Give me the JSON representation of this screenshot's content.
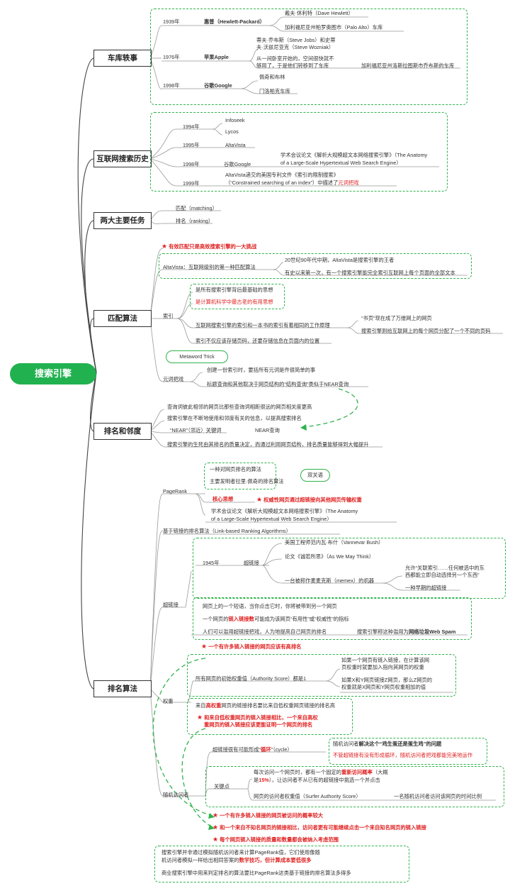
{
  "root": "搜索引擎",
  "garage": {
    "title": "车库轶事",
    "y1939": "1939年",
    "hp": "惠普（Hewlett-Packard）",
    "hp_1": "戴夫·休利特（Dave Hewlett）",
    "hp_2": "加利福尼亚州帕罗奥图市（Palo Alto）车库",
    "y1976": "1976年",
    "apple": "苹果Apple",
    "apple_1a": "蒂夫·乔布斯（Steve Jobs）和史蒂",
    "apple_1b": "夫·沃兹尼亚克（Steve Wozniak）",
    "apple_2a": "从一间卧室开始的，空间很快就不",
    "apple_2b": "够用了，于是他们转移到了车库",
    "apple_3": "加利福尼亚州洛斯拉图斯市乔布斯的车库",
    "y1998": "1998年",
    "google": "谷歌Google",
    "google_1": "佩奇和布林",
    "google_2": "门洛帕克车库"
  },
  "history": {
    "title": "互联网搜索历史",
    "y1994": "1994年",
    "infoseek": "Infoseek",
    "lycos": "Lycos",
    "y1995": "1995年",
    "altavista": "AltaVista",
    "y1998": "1998年",
    "google": "谷歌Google",
    "paper_a": "学术会议论文《解析大规模超文本网络搜索引擎》（The Anatomy",
    "paper_b": "of a Large-Scale Hypertextual Web Search Engine）",
    "y1999": "1999年",
    "patent_a": "AltaVista递交的美国专利文件《索引的限制搜索》",
    "patent_b": "（“Constrained searching of an index”）中描述了",
    "patent_b_red": "元词把戏"
  },
  "tasks": {
    "title": "两大主要任务",
    "matching": "匹配（matching）",
    "ranking": "排名（ranking）"
  },
  "matching": {
    "title": "匹配算法",
    "star1": "有效匹配只是高效搜索引擎的一大挑战",
    "altavista": "AltaVista：互联网级别的第一种匹配算法",
    "alta_1": "20世纪90年代中期，AltaVista是搜索引擎的王者",
    "alta_2": "有史以来第一次，有一个搜索引擎能完全索引互联网上每个页面的全部文本",
    "index": "索引",
    "idx_1": "是所有搜索引擎背后最基础的思想",
    "idx_2": "是计算机科学中最古老的有用思想",
    "idx_3": "互联网搜索引擎的索引和一本书的索引有着相同的工作原理",
    "idx_3a": "“书页”现在成了万维网上的网页",
    "idx_3b": "搜索引擎则给互联网上的每个网页分配了一个不同的页码",
    "idx_4": "索引不仅应该存储页码，还要存储信息在页面内的位置",
    "metaword": "Metaword Trick",
    "meta": "元词把戏",
    "meta_1": "创建一份索引时，要括所有元词是件很简单的事",
    "meta_2": "标题查询和其他取决于网页结构的“结构查询”类似于NEAR查询"
  },
  "ranking": {
    "title": "排名和邻度",
    "r1": "查询词彼此相邻的网页比那些查询词相距很远的网页相关度更高",
    "r2": "搜索引擎在不断地使用和邻度有关的信息，以提高搜索排名",
    "near": "“NEAR”（邻近）关键词",
    "near_q": "NEAR查询",
    "r3": "搜索引擎的生死由其排名的质量决定，而通过利用网页结构，排名质量能够得到大幅提升"
  },
  "algo": {
    "title": "排名算法",
    "pagerank": "PageRank",
    "pr_1": "一种对网页排名的算法",
    "pr_2": "主要发明者拉里·佩奇的排名算法",
    "pun": "双关语",
    "core": "核心思想",
    "core_star": "权威性网页通过超链接向其他网页传输权重",
    "pr_paper_a": "学术会议论文《解析大规模超文本网络搜索引擎》（The Anatomy",
    "pr_paper_b": "of a Large-Scale Hypertextual Web Search Engine）",
    "link_based": "基于链接的排名算法（Link-based Ranking Algorithms）",
    "hyperlink": "超链接",
    "y1945": "1945年",
    "h_link": "超链接",
    "bush": "美国工程师范内瓦·布什（Vannevar Bush）",
    "think": "论文《诚若所思》（As We May Think）",
    "memex": "一台被称作麦麦克斯（memex）的机器",
    "memex_1a": "允许“关联索引……任何被选中的东",
    "memex_1b": "西都能立即自动选择另一个东西”",
    "memex_2": "一种早期的超链接",
    "h_1": "网页上的一个短语，当你点击它时，你将被带到另一个网页",
    "h_2_pre": "一个网页的",
    "h_2_bold": "链入链接数",
    "h_2_post": "可能成为该网页“有用性”或“权威性”的指标",
    "h_3": "人们可以滥用超链接把戏，人为地提高自己网页的排名",
    "h_3_pre": "搜索引擎称这种滥用为",
    "h_3_bold": "网络垃圾Web Spam",
    "star_many": "一个有许多链入链接的网页应该有高排名",
    "weight": "权重",
    "w_1": "所有网页的初始权重值（Authority Score）都是1",
    "w_1a_a": "如果一个网页有链入链接，在计算该网",
    "w_1a_b": "页权重时就要加入指向其网页的权重",
    "w_1b_a": "如果X和Y网页链接Z网页，那么Z网页的",
    "w_1b_b": "权重就是X网页和Y网页权重相加的值",
    "w_2_pre": "来自",
    "w_2_bold": "高权重",
    "w_2_post": "网页的链接排名要比来自低权重网页链接的排名高",
    "w_star_a": "和来自低权重网页的链入链接相比，一个来自高权",
    "w_star_b": "重网页的链入链接应该更能证明一个网页的排名",
    "random": "随机访问者",
    "cycle_pre": "超链接很有可能形成“",
    "cycle_bold": "循环",
    "cycle_post": "”（cycle）",
    "cycle_1_pre": "随机访问者",
    "cycle_1_bold": "解决这个",
    "cycle_1_post": "“鸡生蛋还是蛋生鸡”的问题",
    "cycle_2": "不管超链接有没有形成循环，随机访问者把戏都能完美地运作",
    "key": "关键点",
    "k_1_a_pre": "每次访问一个网页时，都有一个固定的",
    "k_1_a_bold": "重新访问概率",
    "k_1_a_post": "（大概",
    "k_1_b_pre": "是",
    "k_1_b_bold": "15%",
    "k_1_b_post": "），让访问者不从已有的超链接中挑选一个并点击",
    "k_2": "网页的访问者权重值（Surfer Authority Score）",
    "k_2a": "一名随机访问者访问该网页的时间比例",
    "rs_1": "一个有许多链入链接的网页被访问的概率较大",
    "rs_2": "和一个来自不知名网页的链接相比，访问者更有可能继续点击一个来自知名网页的链入链接",
    "rs_3": "每个网页链入链接的质量和数量都会被纳入考虑范围",
    "f_1": "搜索引擎并非通过模拟随机访问者来计算PageRank值，它们使用像随",
    "f_2_pre": "机访问者模拟一样给出相同答案的",
    "f_2_bold": "数学技巧，但计算成本要低很多",
    "f_3": "商业搜索引擎中用来判定排名的算法要比PageRank这类基于链接的排名算法多得多"
  }
}
